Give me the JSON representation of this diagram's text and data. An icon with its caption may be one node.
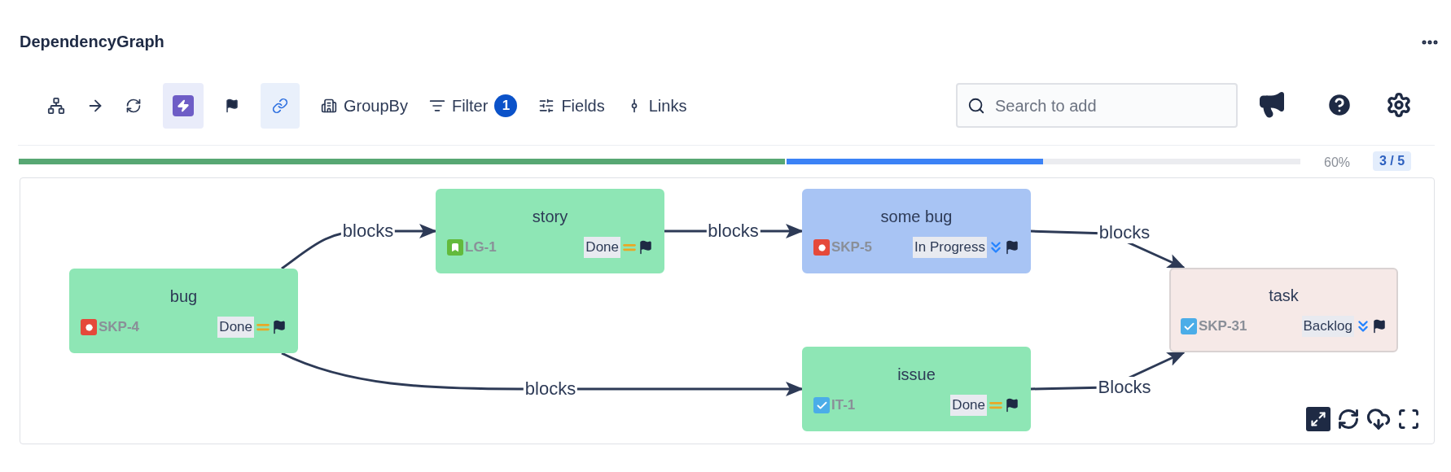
{
  "diagram": {
    "title": "DependencyGraph",
    "nodes": [
      {
        "text": [
          "bug",
          "SKP-4",
          "Done"
        ]
      },
      {
        "text": [
          "story",
          "LG-1",
          "Done"
        ]
      },
      {
        "text": [
          "some bug",
          "SKP-5",
          "In Progress"
        ]
      },
      {
        "text": [
          "task",
          "SKP-31",
          "Backlog"
        ]
      },
      {
        "text": [
          "issue",
          "IT-1",
          "Done"
        ]
      }
    ],
    "edges": [
      {
        "from": 0,
        "to": 1,
        "arrow": "to",
        "label": "blocks"
      },
      {
        "from": 1,
        "to": 2,
        "arrow": "to",
        "label": "blocks"
      },
      {
        "from": 2,
        "to": 3,
        "arrow": "to",
        "label": "blocks"
      },
      {
        "from": 0,
        "to": 4,
        "arrow": "to",
        "label": "blocks"
      },
      {
        "from": 4,
        "to": 3,
        "arrow": "to",
        "label": "Blocks"
      }
    ],
    "labels": [
      "GroupBy",
      "Filter",
      "1",
      "Fields",
      "Links",
      "Search to add",
      "60%",
      "3 / 5"
    ]
  }
}
